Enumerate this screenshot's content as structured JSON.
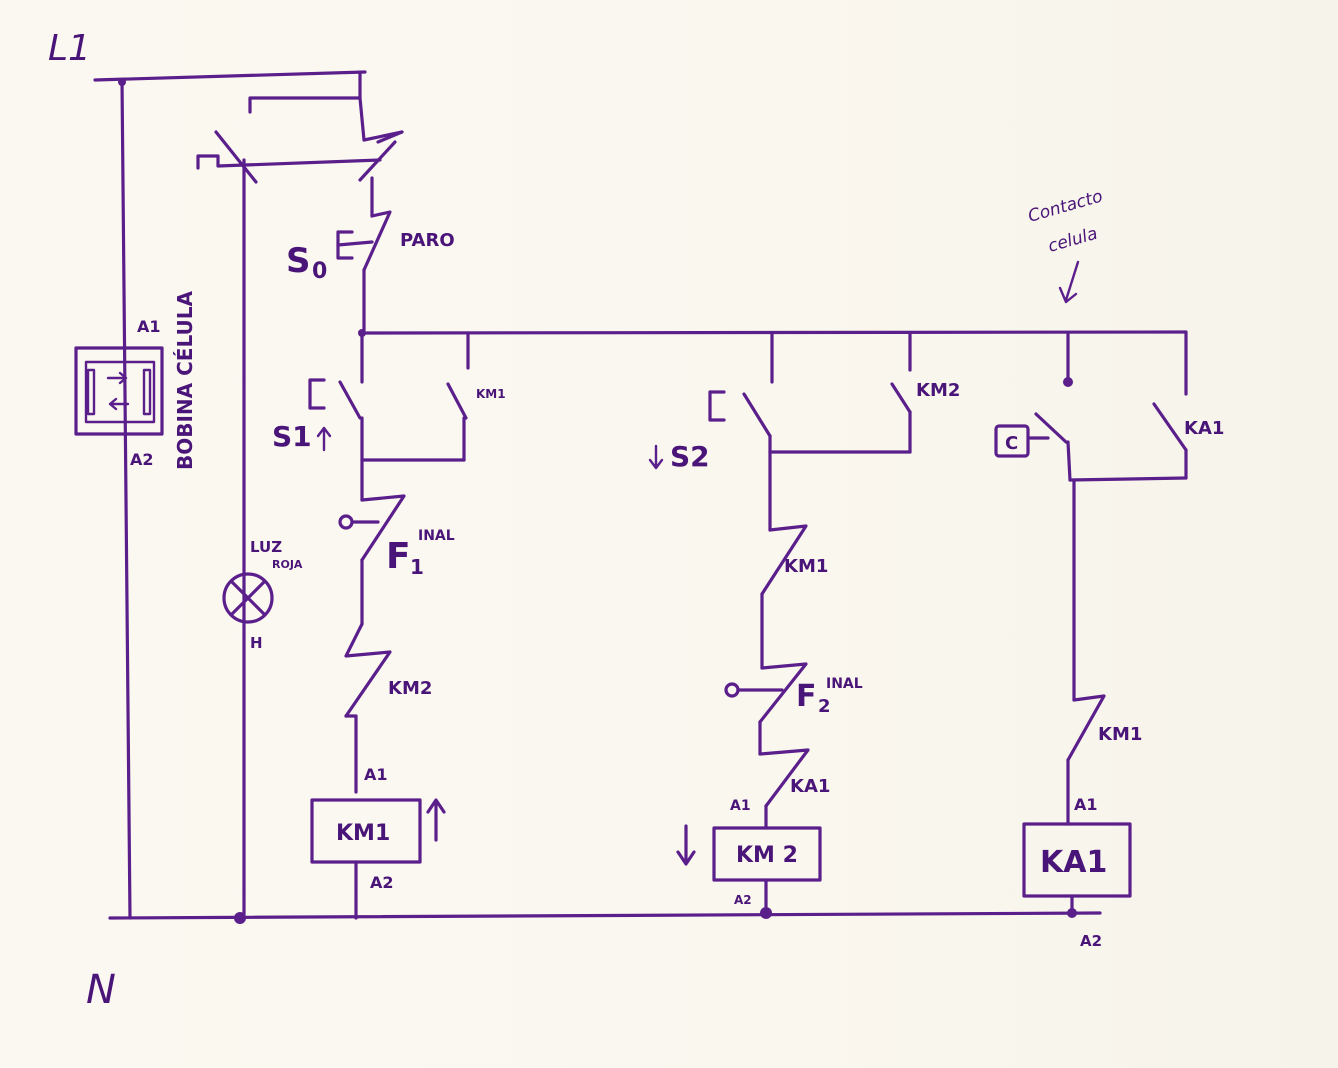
{
  "rails": {
    "line": "L1",
    "neutral": "N"
  },
  "cell_coil": {
    "top": "A1",
    "bottom": "A2",
    "caption": "BOBINA CÉLULA"
  },
  "lamp": {
    "label_line1": "LUZ",
    "label_line2": "ROJA",
    "tag": "H"
  },
  "stop_button": {
    "tag": "S",
    "subscript": "0",
    "label": "PARO"
  },
  "rung1": {
    "pushbutton": "S1",
    "hold_contact": "KM1",
    "limit_switch": "F",
    "limit_sub": "1",
    "limit_sup": "INAL",
    "interlock": "KM2",
    "coil_top": "A1",
    "coil": "KM1",
    "coil_bottom": "A2"
  },
  "rung2": {
    "pushbutton": "S2",
    "hold_contact": "KM2",
    "interlock": "KM1",
    "limit_switch": "F",
    "limit_sub": "2",
    "limit_sup": "INAL",
    "relay_contact": "KA1",
    "coil_top": "A1",
    "coil": "KM 2",
    "coil_bottom": "A2"
  },
  "rung3": {
    "cell_note_line1": "Contacto",
    "cell_note_line2": "celula",
    "cell_contact_tag": "C",
    "hold_contact": "KA1",
    "interlock": "KM1",
    "coil_top": "A1",
    "coil": "KA1",
    "coil_bottom": "A2"
  },
  "ink_color": "#5b1f8c"
}
